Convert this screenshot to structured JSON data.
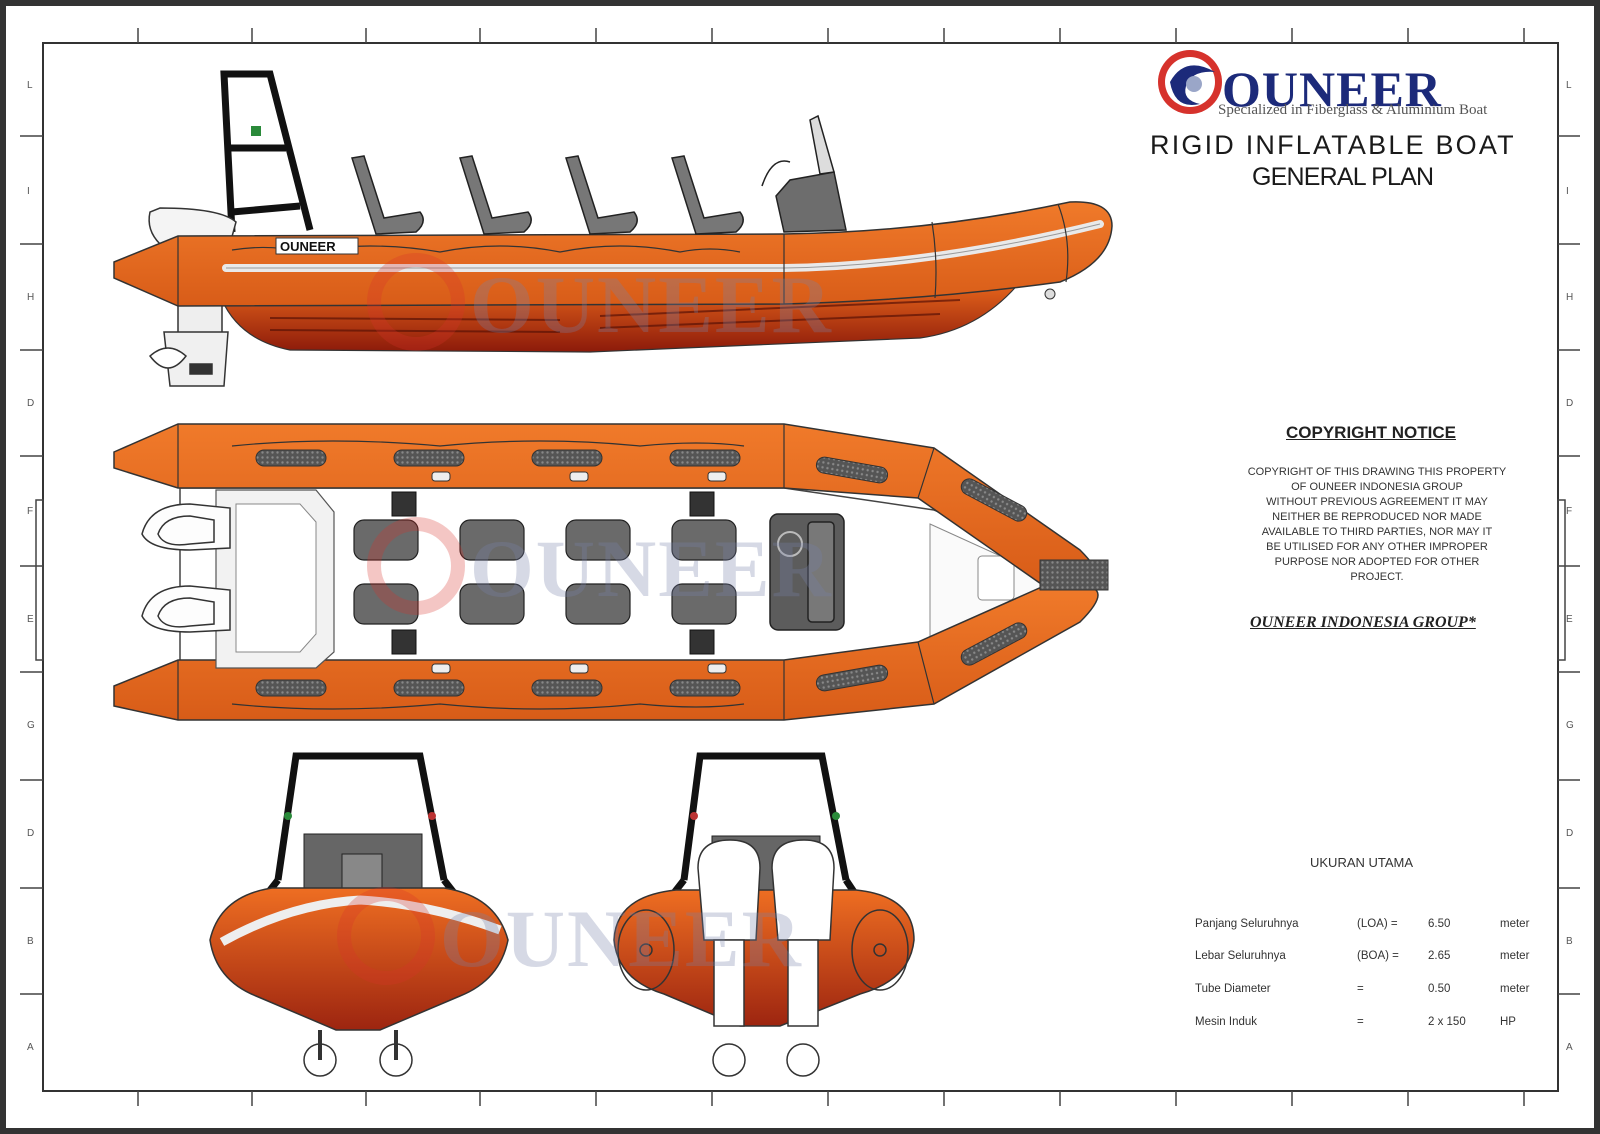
{
  "brand": {
    "name": "OUNEER",
    "tagline": "Specialized in Fiberglass & Aluminium Boat"
  },
  "title": {
    "main": "RIGID INFLATABLE BOAT",
    "sub": "GENERAL PLAN"
  },
  "copyright": {
    "heading": "COPYRIGHT NOTICE",
    "lines": [
      "COPYRIGHT OF THIS DRAWING THIS PROPERTY",
      "OF OUNEER INDONESIA GROUP",
      "WITHOUT PREVIOUS AGREEMENT IT MAY",
      "NEITHER BE REPRODUCED NOR MADE",
      "AVAILABLE TO THIRD PARTIES, NOR MAY IT",
      "BE UTILISED FOR ANY OTHER IMPROPER",
      "PURPOSE NOR ADOPTED FOR OTHER",
      "PROJECT."
    ],
    "group": "OUNEER INDONESIA GROUP*"
  },
  "dimensions": {
    "heading": "UKURAN UTAMA",
    "rows": [
      {
        "label": "Panjang Seluruhnya",
        "code": "(LOA) =",
        "value": "6.50",
        "unit": "meter"
      },
      {
        "label": "Lebar Seluruhnya",
        "code": "(BOA) =",
        "value": "2.65",
        "unit": "meter"
      },
      {
        "label": "Tube Diameter",
        "code": "=",
        "value": "0.50",
        "unit": "meter"
      },
      {
        "label": "Mesin Induk",
        "code": "=",
        "value": "2 x 150",
        "unit": "HP"
      }
    ]
  },
  "hull_label": "OUNEER",
  "border_letters": {
    "left": [
      "L",
      "I",
      "H",
      "D",
      "F",
      "E",
      "G",
      "D",
      "B",
      "A"
    ],
    "right": [
      "L",
      "I",
      "H",
      "D",
      "F",
      "E",
      "G",
      "D",
      "B",
      "A"
    ]
  },
  "colors": {
    "tube": "#e8671c",
    "tube_dark": "#c0501a",
    "hull_red": "#9a1f0c",
    "grey": "#7a7a7a",
    "brand_blue": "#1c2a7a",
    "brand_red": "#d6322c"
  }
}
